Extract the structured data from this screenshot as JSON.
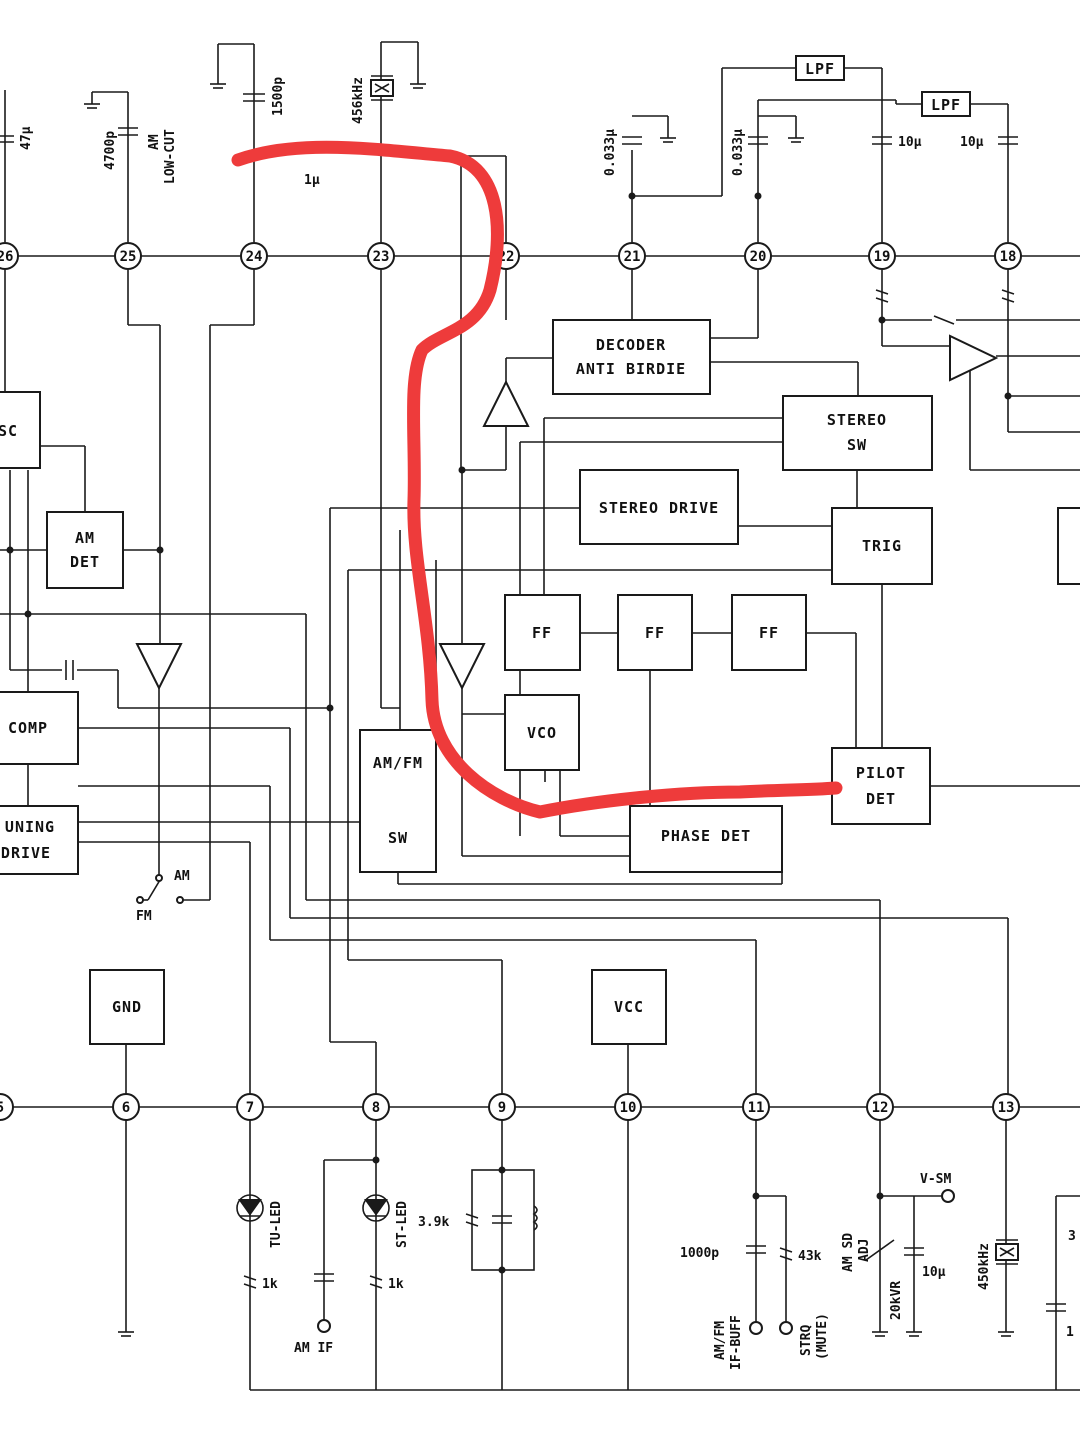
{
  "blocks": {
    "osc": "SC",
    "am_det_1": "AM",
    "am_det_2": "DET",
    "comp": "COMP",
    "tuning_1": "UNING",
    "tuning_2": "DRIVE",
    "decoder_1": "DECODER",
    "decoder_2": "ANTI BIRDIE",
    "stereo_sw_1": "STEREO",
    "stereo_sw_2": "SW",
    "stereo_drive": "STEREO DRIVE",
    "trig": "TRIG",
    "ff": "FF",
    "vco": "VCO",
    "amfm_sw_1": "AM/FM",
    "amfm_sw_2": "SW",
    "phase_det": "PHASE DET",
    "pilot_det_1": "PILOT",
    "pilot_det_2": "DET",
    "gnd": "GND",
    "vcc": "VCC",
    "lpf": "LPF"
  },
  "pins_top": [
    "26",
    "25",
    "24",
    "23",
    "22",
    "21",
    "20",
    "19",
    "18"
  ],
  "pins_bottom": [
    "5",
    "6",
    "7",
    "8",
    "9",
    "10",
    "11",
    "12",
    "13"
  ],
  "components": {
    "c47": "47µ",
    "c4700p": "4700p",
    "am_lowcut_1": "AM",
    "am_lowcut_2": "LOW-CUT",
    "c1500p": "1500p",
    "xtal456": "456kHz",
    "c1u": "1µ",
    "c0033a": "0.033µ",
    "c0033b": "0.033µ",
    "c10a": "10µ",
    "c10b": "10µ",
    "sw_am": "AM",
    "sw_fm": "FM",
    "tu_led": "TU-LED",
    "st_led": "ST-LED",
    "r1k_a": "1k",
    "r1k_b": "1k",
    "am_if": "AM IF",
    "r39k": "3.9k",
    "c1000p": "1000p",
    "r43k": "43k",
    "amfm_buff_1": "AM/FM",
    "amfm_buff_2": "IF-BUFF",
    "strq_1": "STRQ",
    "strq_2": "(MUTE)",
    "am_sd_1": "AM SD",
    "am_sd_2": "ADJ",
    "r20kvr": "20kVR",
    "c10c": "10µ",
    "vsm": "V-SM",
    "xtal450": "450kHz",
    "r3_edge": "3",
    "c1_edge": "1"
  }
}
